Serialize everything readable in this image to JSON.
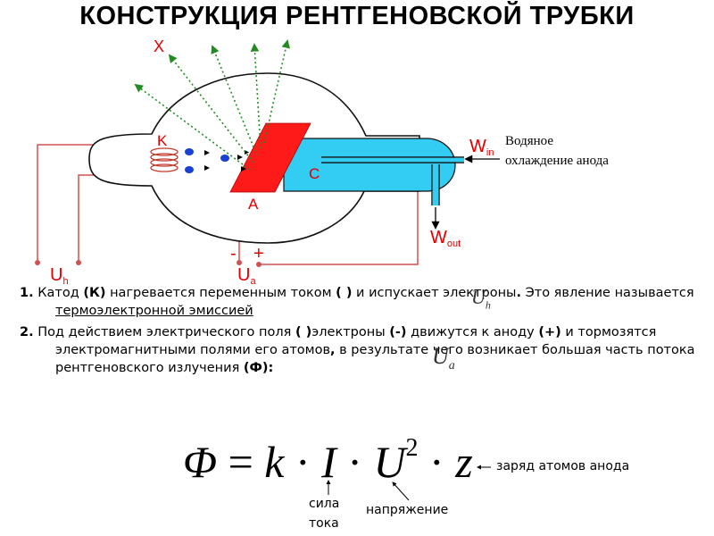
{
  "title": "КОНСТРУКЦИЯ РЕНТГЕНОВСКОЙ ТРУБКИ",
  "diagram": {
    "x_label": "X",
    "cathode_label": "K",
    "anode_label": "A",
    "cooling_label": "C",
    "w_in": "W",
    "w_in_sub": "in",
    "w_out": "W",
    "w_out_sub": "out",
    "uh": "U",
    "uh_sub": "h",
    "ua": "U",
    "ua_sub": "a",
    "minus": "-",
    "plus": "+",
    "cooling_note_line1": "Водяное",
    "cooling_note_line2": "охлаждение анода",
    "colors": {
      "anode": "#ff1a1a",
      "coolant": "#33ccf2",
      "ray": "#228b22",
      "electron": "#1a3fd6",
      "wire": "#d25050",
      "label": "#e00000"
    }
  },
  "text": {
    "p1_num": "1.",
    "p1_a": " Катод ",
    "p1_k": "(К)",
    "p1_b": " нагревается переменным током ",
    "p1_paren": "(      )",
    "p1_c": " и испускает электроны",
    "p1_dot": ".",
    "p1_d": " Это явление называется ",
    "p1_term": "термоэлектронной эмиссией",
    "p2_num": "2.",
    "p2_a": " Под действием электрического поля ",
    "p2_paren": "(      )",
    "p2_b": "электроны ",
    "p2_minus": "(-)",
    "p2_c": " движутся к аноду ",
    "p2_plus": "(+)",
    "p2_d": " и тормозятся электромагнитными полями его атомов",
    "p2_comma": ",",
    "p2_e": " в результате чего возникает большая часть потока рентгеновского излучения ",
    "p2_phi": "(Ф):",
    "var_uh": "U",
    "var_uh_sub": "h",
    "var_ua": "U",
    "var_ua_sub": "a"
  },
  "formula": {
    "phi": "Φ",
    "eq": " = ",
    "k": "k",
    "dot": " · ",
    "i": "I",
    "u": "U",
    "exp": "2",
    "z": "z"
  },
  "notes": {
    "charge": "заряд атомов анода",
    "current_line1": "сила",
    "current_line2": "тока",
    "voltage": "напряжение"
  }
}
